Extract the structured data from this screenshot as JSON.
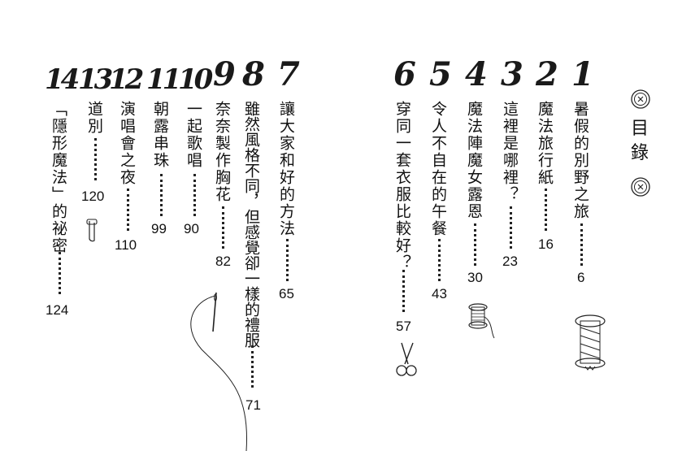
{
  "toc_title": [
    "目",
    "錄"
  ],
  "chapters": [
    {
      "num": "1",
      "title": "暑假的別野之旅",
      "page": "6"
    },
    {
      "num": "2",
      "title": "魔法旅行紙",
      "page": "16"
    },
    {
      "num": "3",
      "title": "這裡是哪裡？",
      "page": "23"
    },
    {
      "num": "4",
      "title": "魔法陣魔女露恩",
      "page": "30"
    },
    {
      "num": "5",
      "title": "令人不自在的午餐",
      "page": "43"
    },
    {
      "num": "6",
      "title": "穿同一套衣服比較好？",
      "page": "57"
    },
    {
      "num": "7",
      "title": "讓大家和好的方法",
      "page": "65"
    },
    {
      "num": "8",
      "title": "雖然風格不同，但感覺卻一樣的禮服",
      "page": "71"
    },
    {
      "num": "9",
      "title": "奈奈製作胸花",
      "page": "82"
    },
    {
      "num": "10",
      "title": "一起歌唱",
      "page": "90"
    },
    {
      "num": "11",
      "title": "朝露串珠",
      "page": "99"
    },
    {
      "num": "12",
      "title": "演唱會之夜",
      "page": "110"
    },
    {
      "num": "13",
      "title": "道別",
      "page": "120"
    },
    {
      "num": "14",
      "title": "「隱形魔法」的祕密",
      "page": "124"
    }
  ],
  "icons": [
    "button-icon",
    "ribbon-spool-icon",
    "thread-spool-icon",
    "scissors-icon",
    "safety-pin-icon",
    "needle-thread-icon"
  ]
}
